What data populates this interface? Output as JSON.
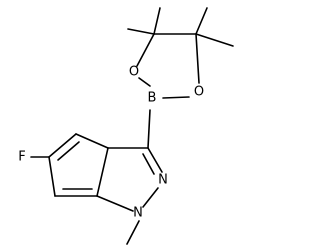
{
  "molecule": {
    "atom_labels": {
      "fluorine": "F",
      "boron": "B",
      "oxygen_upper": "O",
      "oxygen_right": "O",
      "nitrogen_2": "N",
      "nitrogen_1": "N"
    },
    "colors": {
      "bond": "#000000",
      "text": "#000000",
      "background": "#ffffff"
    }
  }
}
